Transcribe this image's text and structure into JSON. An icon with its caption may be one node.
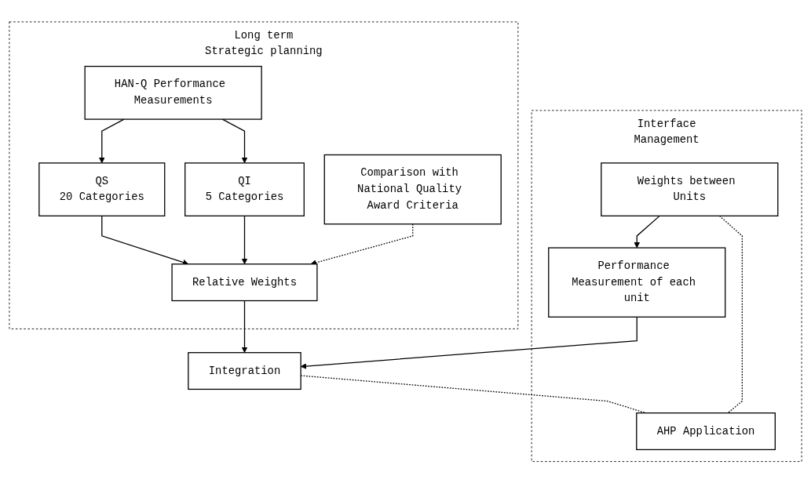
{
  "diagram": {
    "nodes": [
      {
        "text": [
          "Long term",
          "Strategic planning"
        ]
      },
      {
        "text": [
          "HAN-Q Performance Measurements"
        ],
        "in": 0
      },
      {
        "text": [
          "QS",
          "20 Categories"
        ],
        "in": 0
      },
      {
        "text": [
          "QI",
          "5 Categories"
        ],
        "in": 0
      },
      {
        "text": [
          "Relative Weights"
        ],
        "in": 0
      },
      {
        "text": [
          "Comparison with National Quality Award Criteria"
        ],
        "in": 0
      },
      {
        "text": [
          "Integration"
        ]
      },
      {
        "text": [
          "Interface",
          "Management"
        ]
      },
      {
        "text": [
          "Performance Measurement of each unit"
        ],
        "in": 7
      },
      {
        "text": [
          "Weights between Units"
        ],
        "in": 7
      },
      {
        "text": [
          "AHP Application"
        ],
        "in": 7
      }
    ],
    "edges": [
      {
        "from": 1,
        "to": 2,
        "arrow": "to"
      },
      {
        "from": 1,
        "to": 3,
        "arrow": "to"
      },
      {
        "from": 2,
        "to": 4,
        "arrow": "to"
      },
      {
        "from": 3,
        "to": 4,
        "arrow": "to"
      },
      {
        "from": 5,
        "to": 4,
        "arrow": "to",
        "style": "dashed"
      },
      {
        "from": 4,
        "to": 6,
        "arrow": "to"
      },
      {
        "from": 8,
        "to": 6,
        "arrow": "to"
      },
      {
        "from": 9,
        "to": 8,
        "arrow": "to"
      },
      {
        "from": 6,
        "to": 10,
        "arrow": "none",
        "style": "dashed"
      },
      {
        "from": 9,
        "to": 10,
        "arrow": "none",
        "style": "dashed"
      }
    ]
  }
}
